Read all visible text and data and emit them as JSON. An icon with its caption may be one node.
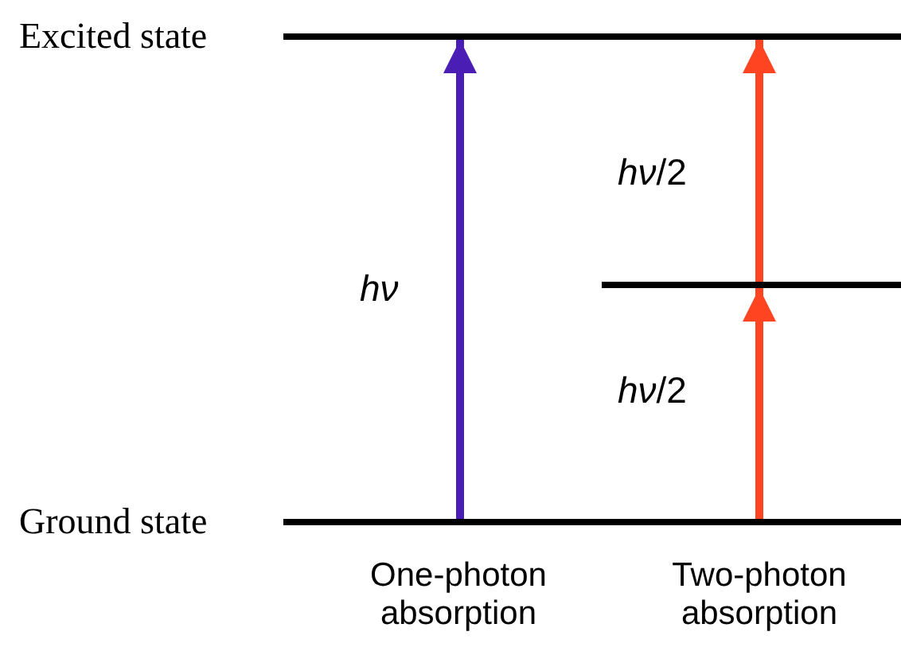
{
  "diagram": {
    "nodes": [
      {
        "text": [
          "Excited state"
        ]
      },
      {
        "text": [],
        "shape": "bar"
      },
      {
        "text": [
          "Ground state"
        ]
      }
    ],
    "edges": [
      {
        "from": 2,
        "to": 0,
        "arrow": "to",
        "label": "hν",
        "color": "#4a1db5"
      },
      {
        "from": 2,
        "to": 1,
        "arrow": "to",
        "label": "*hν*/2",
        "color": "#ff4422"
      },
      {
        "from": 1,
        "to": 0,
        "arrow": "to",
        "label": "*hν*/2",
        "color": "#ff4422"
      }
    ],
    "labels": [
      "One-photon absorption",
      "Two-photon absorption"
    ]
  }
}
